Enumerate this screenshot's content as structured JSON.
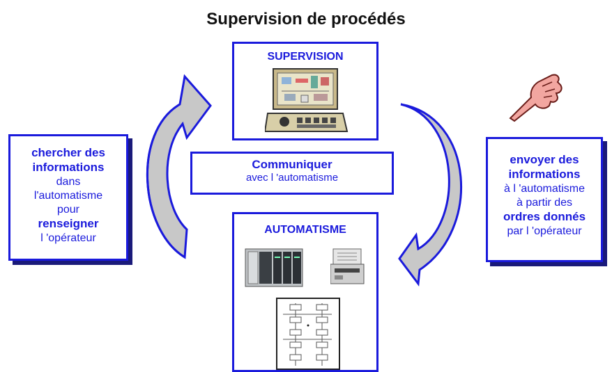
{
  "title": "Supervision de procédés",
  "supervision": {
    "title": "SUPERVISION"
  },
  "automatisme": {
    "title": "AUTOMATISME"
  },
  "communiquer": {
    "line1": "Communiquer",
    "line2": "avec l 'automatisme"
  },
  "left_box": {
    "lines": [
      "chercher des",
      "informations",
      "dans",
      "l'automatisme",
      "pour",
      "renseigner",
      "l 'opérateur"
    ]
  },
  "right_box": {
    "lines": [
      "envoyer des",
      "informations",
      "à l 'automatisme",
      "à partir des",
      "ordres donnés",
      "par l 'opérateur"
    ]
  },
  "colors": {
    "accent": "#1a1adc",
    "arrow_fill": "#c8c8c8",
    "shadow": "#1a1a7a"
  },
  "icons": [
    "computer-screen-icon",
    "plc-rack-icon",
    "printer-icon",
    "grafcet-diagram-icon",
    "pointing-hand-icon"
  ]
}
